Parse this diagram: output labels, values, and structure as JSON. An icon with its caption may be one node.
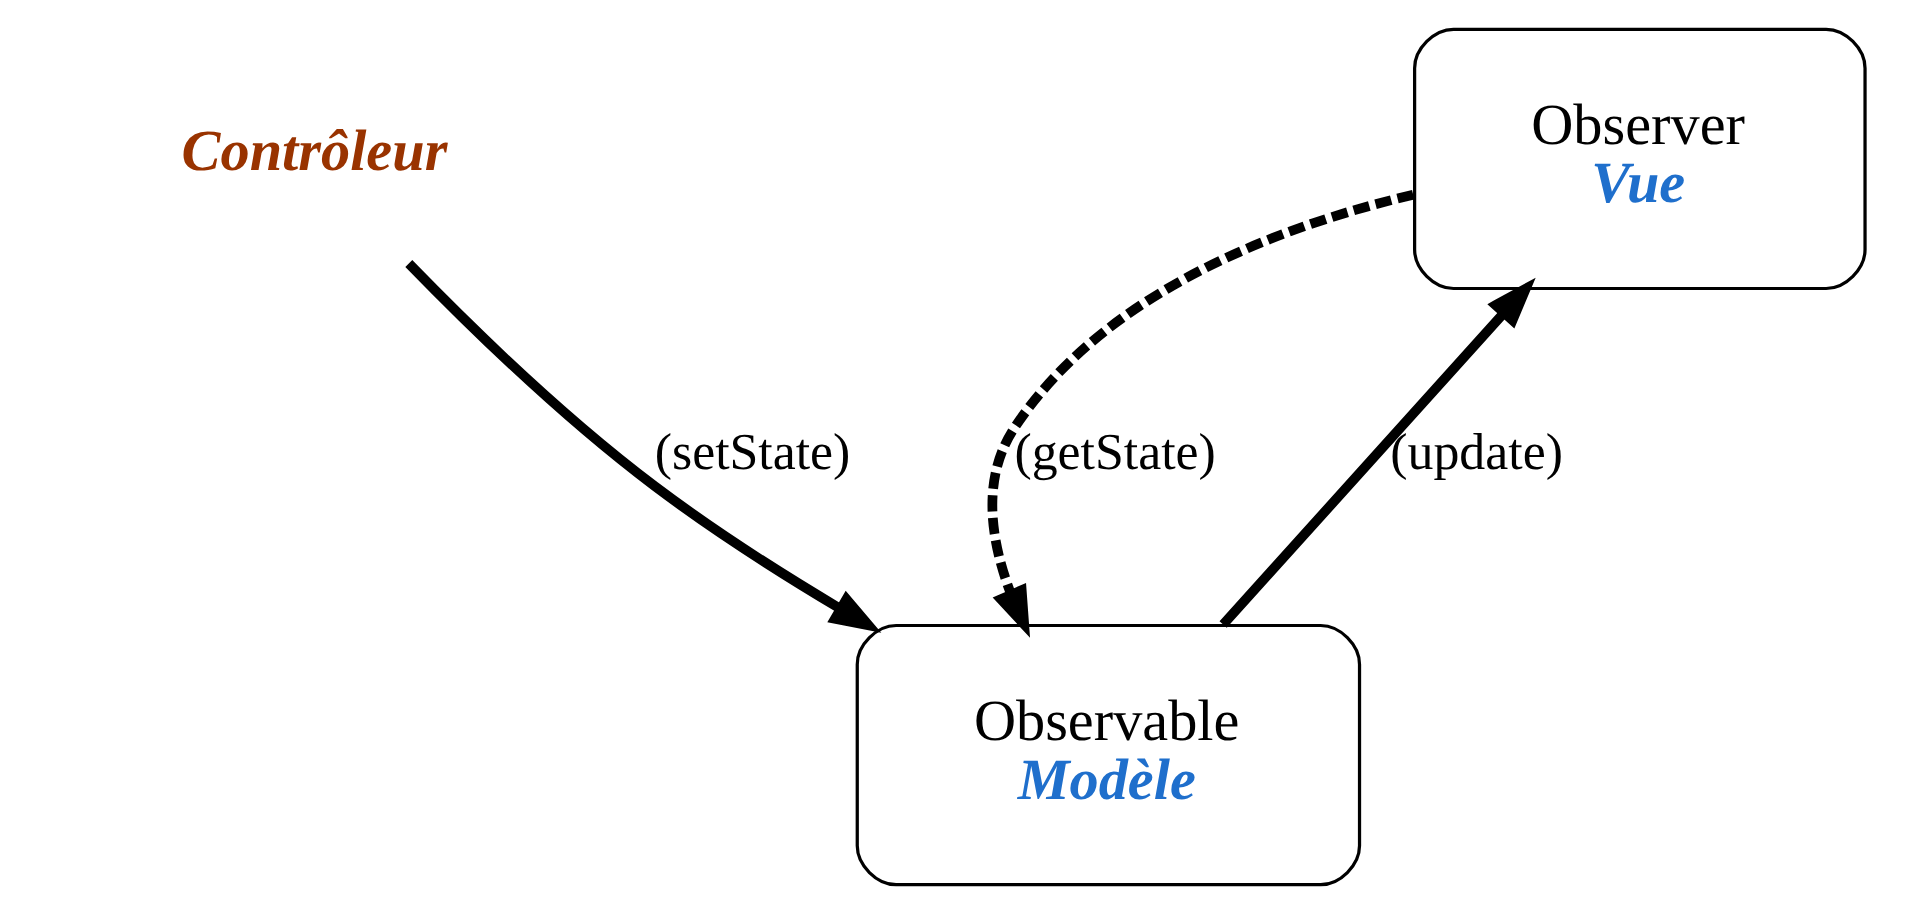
{
  "diagram": {
    "nodes": [
      {
        "text": [
          "Contrôleur"
        ]
      },
      {
        "text": [
          "Observable",
          "Modèle"
        ]
      },
      {
        "text": [
          "Observer",
          "Vue"
        ]
      }
    ],
    "edges": [
      {
        "from": 0,
        "to": 1,
        "arrow": "to",
        "label": "(setState)"
      },
      {
        "from": 1,
        "to": 2,
        "arrow": "to",
        "label": "(update)"
      },
      {
        "from": 2,
        "to": 1,
        "arrow": "to",
        "label": "(getState)",
        "style": "dashed"
      }
    ]
  }
}
